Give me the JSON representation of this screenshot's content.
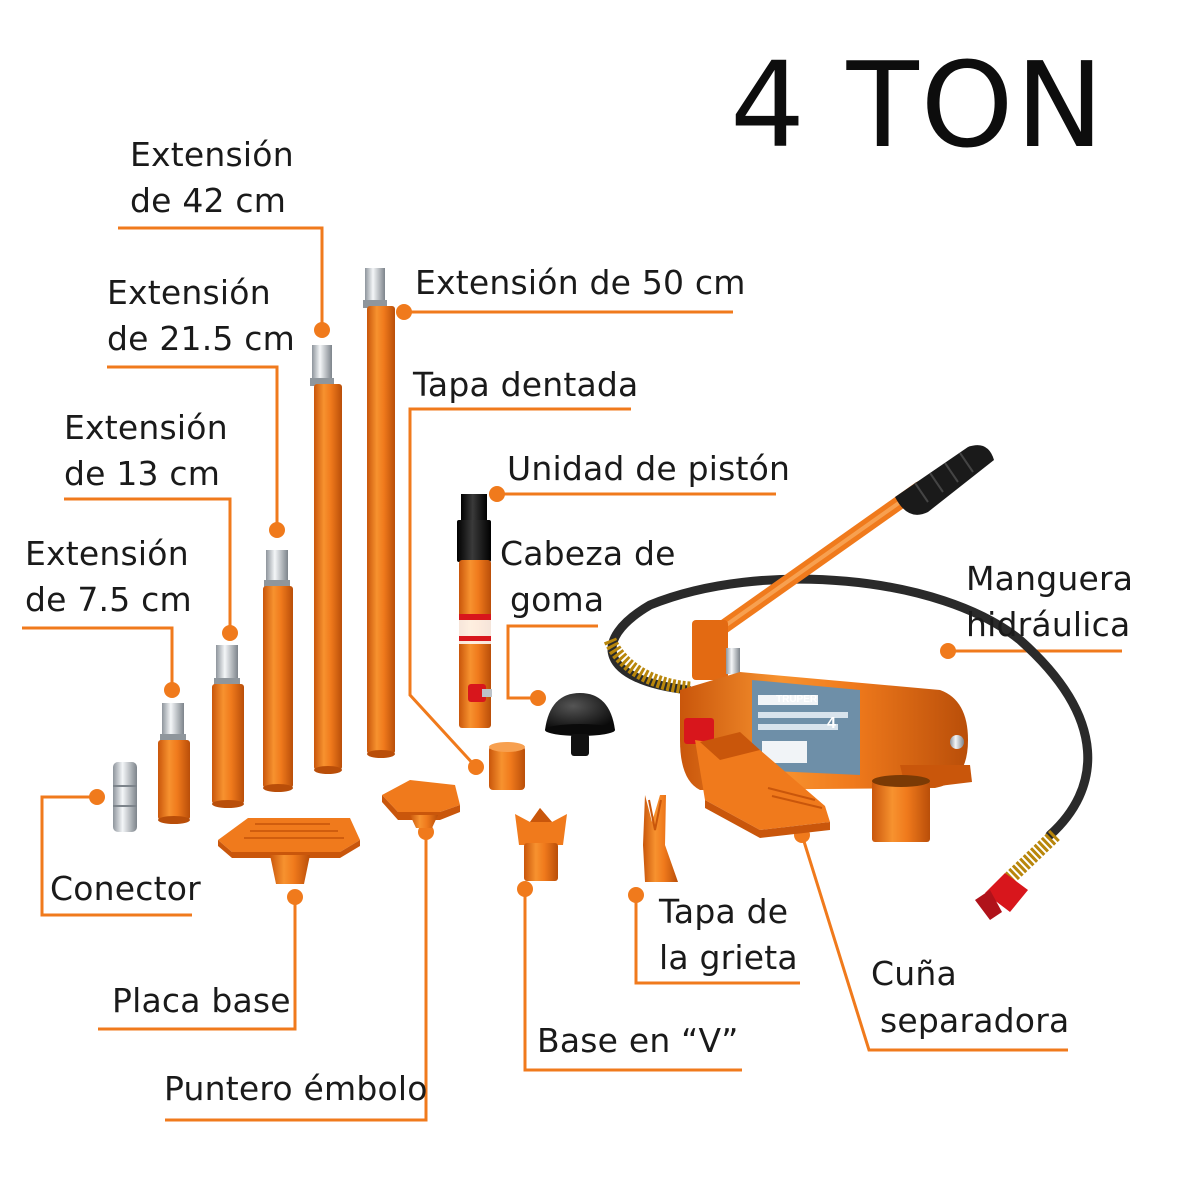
{
  "title": "4 TON",
  "labels": {
    "ext42_l1": "Extensión",
    "ext42_l2": "de 42 cm",
    "ext50": "Extensión de 50 cm",
    "ext215_l1": "Extensión",
    "ext215_l2": "de 21.5 cm",
    "tapa_dentada": "Tapa dentada",
    "ext13_l1": "Extensión",
    "ext13_l2": "de 13 cm",
    "unidad_piston": "Unidad de pistón",
    "ext75_l1": "Extensión",
    "ext75_l2": "de 7.5 cm",
    "cabeza_l1": "Cabeza de",
    "cabeza_l2": "goma",
    "manguera_l1": "Manguera",
    "manguera_l2": "hidráulica",
    "conector": "Conector",
    "tapa_grieta_l1": "Tapa de",
    "tapa_grieta_l2": "la grieta",
    "cuna_l1": "Cuña",
    "cuna_l2": "separadora",
    "placa_base": "Placa base",
    "base_v": "Base en “V”",
    "puntero": "Puntero émbolo"
  },
  "pump_decal": {
    "brand": "TRUPER",
    "capacity": "4"
  },
  "colors": {
    "orange": "#F07A1C",
    "orange_dark": "#C9560B",
    "leader": "#F07A1C",
    "text": "#1a1a1a",
    "chrome": "#C8CDD2",
    "hose": "#2a2a2a",
    "black": "#141414",
    "red": "#D8161C"
  }
}
